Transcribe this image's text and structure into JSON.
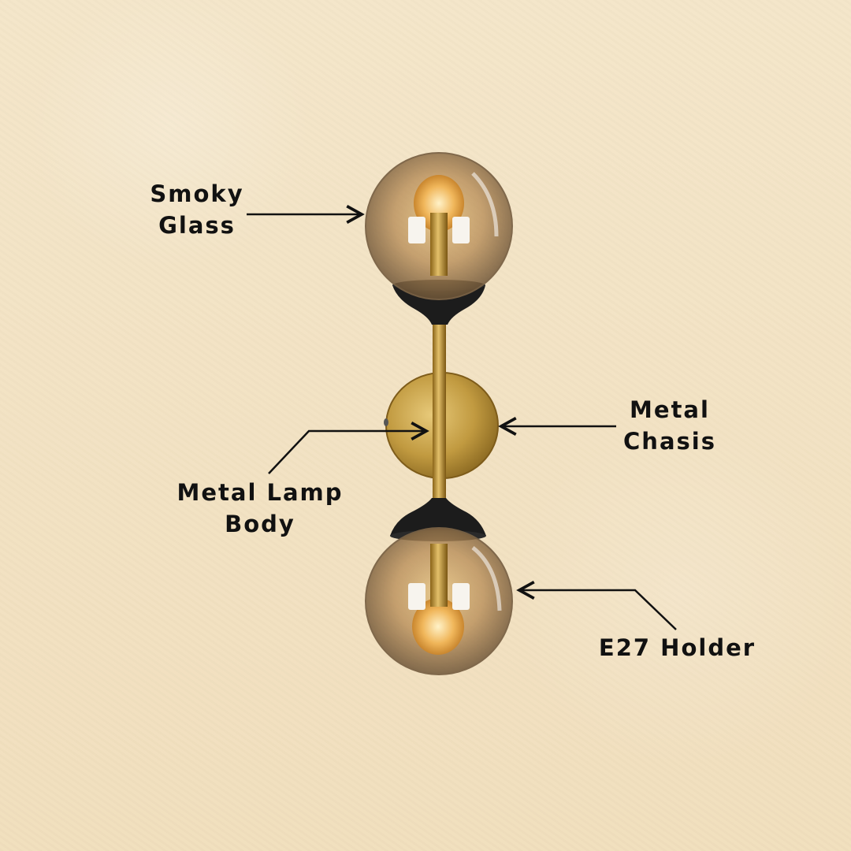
{
  "labels": {
    "smoky_glass": [
      "Smoky",
      "Glass"
    ],
    "metal_chasis": [
      "Metal",
      "Chasis"
    ],
    "metal_lamp_body": [
      "Metal Lamp",
      "Body"
    ],
    "e27_holder": [
      "E27 Holder"
    ]
  },
  "colors": {
    "background": "#f3e4c5",
    "text": "#111111",
    "brass": "#c49a3a",
    "black_fitting": "#1c1c1c",
    "smoky_glass": "#b89a6e"
  }
}
